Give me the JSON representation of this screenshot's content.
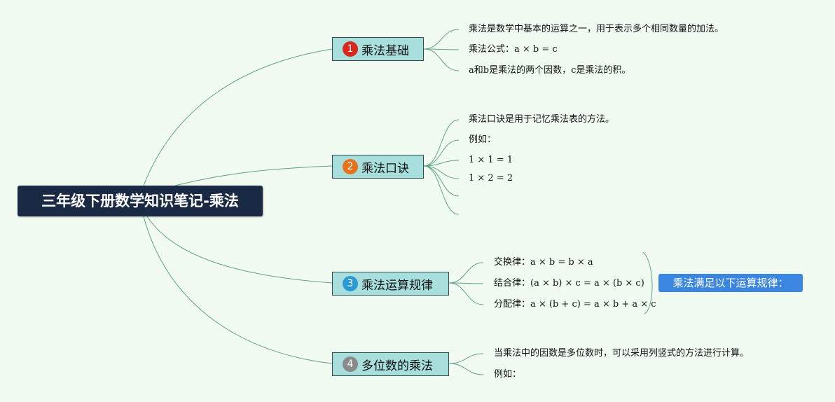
{
  "root": {
    "title": "三年级下册数学知识笔记-乘法"
  },
  "colors": {
    "background": "#f2fbf2",
    "root_fill": "#1b2a44",
    "branch_fill": "#a8dfdd",
    "link_stroke": "#5fa08a",
    "summary_fill": "#3a86e0",
    "badges": [
      "#d8271c",
      "#e8721c",
      "#2a9ad6",
      "#8a8a8a"
    ]
  },
  "branches": [
    {
      "number": "1",
      "label": "乘法基础",
      "leaves": [
        "乘法是数学中基本的运算之一，用于表示多个相同数量的加法。",
        "乘法公式：a × b = c",
        "a和b是乘法的两个因数，c是乘法的积。"
      ]
    },
    {
      "number": "2",
      "label": "乘法口诀",
      "leaves": [
        "乘法口诀是用于记忆乘法表的方法。",
        "例如：",
        "1 × 1 = 1",
        "1 × 2 = 2",
        "",
        ""
      ]
    },
    {
      "number": "3",
      "label": "乘法运算规律",
      "leaves": [
        "交换律：a × b = b × a",
        "结合律：(a × b) × c = a × (b × c)",
        "分配律：a × (b + c) = a × b + a × c"
      ],
      "summary": "乘法满足以下运算规律："
    },
    {
      "number": "4",
      "label": "多位数的乘法",
      "leaves": [
        "当乘法中的因数是多位数时，可以采用列竖式的方法进行计算。",
        "例如："
      ]
    }
  ]
}
